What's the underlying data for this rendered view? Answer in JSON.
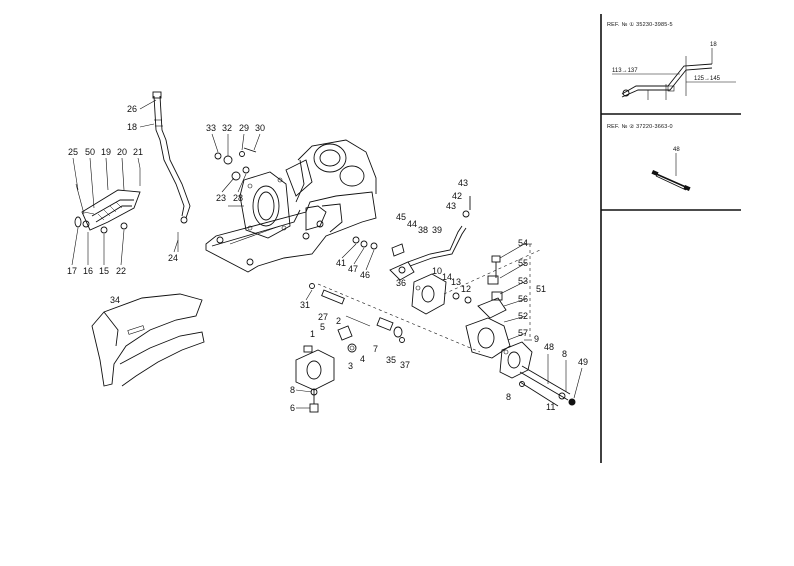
{
  "inset_panels": [
    {
      "title": "REF. № ① 35230-3985-5",
      "labels": [
        "18",
        "113→137",
        "125→145"
      ]
    },
    {
      "title": "REF. № ② 37220-3663-0",
      "labels": [
        "48"
      ]
    }
  ],
  "part_labels": [
    {
      "id": "l26",
      "text": "26"
    },
    {
      "id": "l18",
      "text": "18"
    },
    {
      "id": "l33",
      "text": "33"
    },
    {
      "id": "l32",
      "text": "32"
    },
    {
      "id": "l29",
      "text": "29"
    },
    {
      "id": "l30",
      "text": "30"
    },
    {
      "id": "l25",
      "text": "25"
    },
    {
      "id": "l50",
      "text": "50"
    },
    {
      "id": "l19",
      "text": "19"
    },
    {
      "id": "l20",
      "text": "20"
    },
    {
      "id": "l21",
      "text": "21"
    },
    {
      "id": "l23",
      "text": "23"
    },
    {
      "id": "l28",
      "text": "28"
    },
    {
      "id": "l24",
      "text": "24"
    },
    {
      "id": "l17",
      "text": "17"
    },
    {
      "id": "l16",
      "text": "16"
    },
    {
      "id": "l15",
      "text": "15"
    },
    {
      "id": "l22",
      "text": "22"
    },
    {
      "id": "l43a",
      "text": "43"
    },
    {
      "id": "l42",
      "text": "42"
    },
    {
      "id": "l43b",
      "text": "43"
    },
    {
      "id": "l45",
      "text": "45"
    },
    {
      "id": "l44",
      "text": "44"
    },
    {
      "id": "l38",
      "text": "38"
    },
    {
      "id": "l39",
      "text": "39"
    },
    {
      "id": "l54",
      "text": "54"
    },
    {
      "id": "l55",
      "text": "55"
    },
    {
      "id": "l53",
      "text": "53"
    },
    {
      "id": "l51",
      "text": "51"
    },
    {
      "id": "l56",
      "text": "56"
    },
    {
      "id": "l52",
      "text": "52"
    },
    {
      "id": "l57",
      "text": "57"
    },
    {
      "id": "l9",
      "text": "9"
    },
    {
      "id": "l10",
      "text": "10"
    },
    {
      "id": "l14",
      "text": "14"
    },
    {
      "id": "l13",
      "text": "13"
    },
    {
      "id": "l12",
      "text": "12"
    },
    {
      "id": "l41",
      "text": "41"
    },
    {
      "id": "l47",
      "text": "47"
    },
    {
      "id": "l46",
      "text": "46"
    },
    {
      "id": "l36",
      "text": "36"
    },
    {
      "id": "l34",
      "text": "34"
    },
    {
      "id": "l31",
      "text": "31"
    },
    {
      "id": "l27",
      "text": "27"
    },
    {
      "id": "l5",
      "text": "5"
    },
    {
      "id": "l2",
      "text": "2"
    },
    {
      "id": "l1",
      "text": "1"
    },
    {
      "id": "l3",
      "text": "3"
    },
    {
      "id": "l4",
      "text": "4"
    },
    {
      "id": "l7",
      "text": "7"
    },
    {
      "id": "l35",
      "text": "35"
    },
    {
      "id": "l37",
      "text": "37"
    },
    {
      "id": "l8a",
      "text": "8"
    },
    {
      "id": "l6",
      "text": "6"
    },
    {
      "id": "l48",
      "text": "48"
    },
    {
      "id": "l8b",
      "text": "8"
    },
    {
      "id": "l49",
      "text": "49"
    },
    {
      "id": "l8c",
      "text": "8"
    },
    {
      "id": "l11",
      "text": "11"
    }
  ]
}
